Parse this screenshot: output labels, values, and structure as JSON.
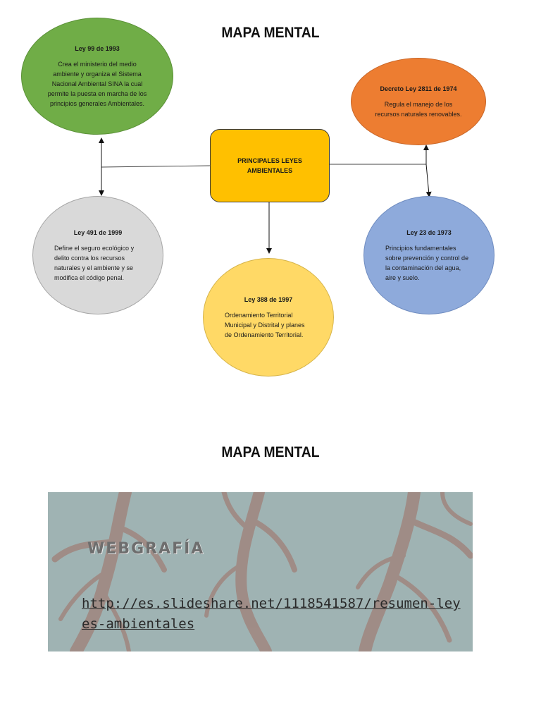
{
  "titles": {
    "top": "MAPA MENTAL",
    "bottom": "MAPA MENTAL"
  },
  "mind_map": {
    "center": {
      "label": "PRINCIPALES LEYES AMBIENTALES",
      "color": "#ffc000"
    },
    "nodes": {
      "ley99": {
        "title": "Ley 99 de 1993",
        "description": "Crea el ministerio del medio ambiente y organiza el Sistema Nacional Ambiental SINA la cual permite la puesta en marcha de los principios generales Ambientales.",
        "color": "#70ad47"
      },
      "decreto2811": {
        "title": "Decreto Ley 2811 de 1974",
        "description": "Regula el manejo de los recursos naturales renovables.",
        "color": "#ed7d31"
      },
      "ley491": {
        "title": "Ley 491 de 1999",
        "description": "Define el seguro ecológico y delito contra los recursos naturales y el ambiente y se modifica el código penal.",
        "color": "#d9d9d9"
      },
      "ley23": {
        "title": "Ley 23 de 1973",
        "description": "Principios fundamentales sobre prevención y control de la contaminación del agua, aire y suelo.",
        "color": "#8eaadb"
      },
      "ley388": {
        "title": "Ley 388 de 1997",
        "description": "Ordenamiento Territorial Municipal y Distrital y planes de Ordenamiento Territorial.",
        "color": "#ffd966"
      }
    }
  },
  "webgrafia": {
    "heading": "WEBGRAFÍA",
    "link": "http://es.slideshare.net/1118541587/resumen-leyes-ambientales",
    "background_color": "#9fb3b3"
  }
}
